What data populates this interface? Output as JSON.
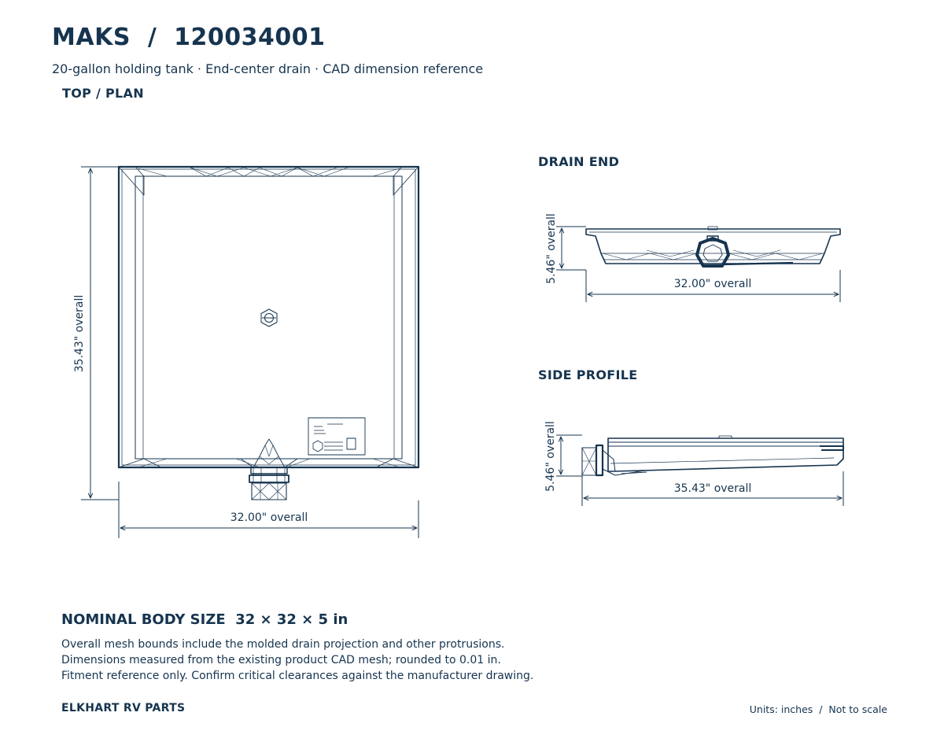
{
  "header": {
    "title": "MAKS  /  120034001",
    "subtitle": "20-gallon holding tank · End-center drain · CAD dimension reference"
  },
  "views": {
    "plan": {
      "label": "TOP / PLAN",
      "height_dim": "35.43\" overall",
      "width_dim": "32.00\" overall"
    },
    "drain_end": {
      "label": "DRAIN END",
      "height_dim": "5.46\" overall",
      "width_dim": "32.00\" overall"
    },
    "side_profile": {
      "label": "SIDE PROFILE",
      "height_dim": "5.46\" overall",
      "length_dim": "35.43\" overall"
    }
  },
  "nominal": "NOMINAL BODY SIZE  32 × 32 × 5 in",
  "notes": [
    "Overall mesh bounds include the molded drain projection and other protrusions.",
    "Dimensions measured from the existing product CAD mesh; rounded to 0.01 in.",
    "Fitment reference only. Confirm critical clearances against the manufacturer drawing."
  ],
  "footer": {
    "brand": "ELKHART RV PARTS",
    "units": "Units: inches  /  Not to scale"
  },
  "colors": {
    "ink": "#16344f"
  }
}
